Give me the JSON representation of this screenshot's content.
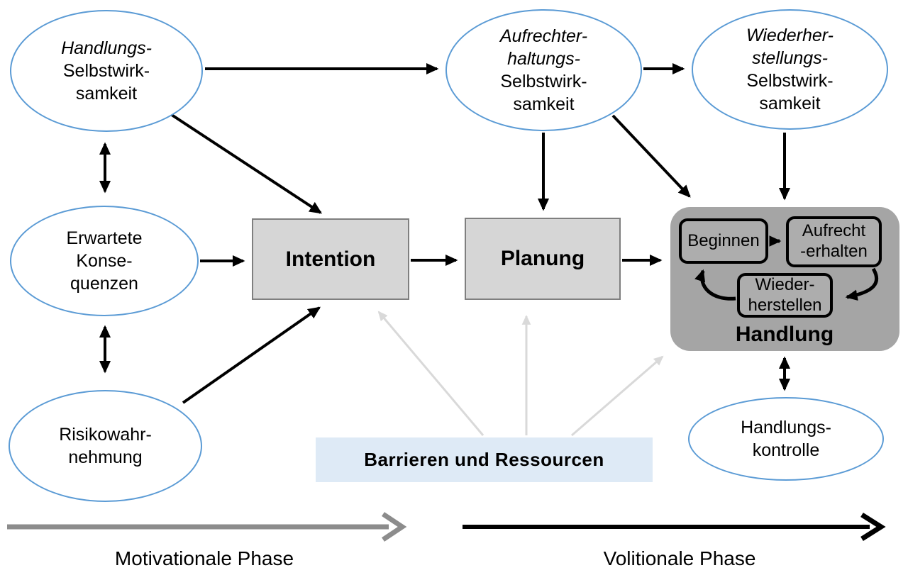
{
  "ellipses": {
    "action_self_efficacy": {
      "italic": "Handlungs-",
      "rest": "Selbstwirk-\nsamkeit"
    },
    "maintenance_self_efficacy": {
      "italic": "Aufrechter-\nhaltungs-",
      "rest": "Selbstwirk-\nsamkeit"
    },
    "recovery_self_efficacy": {
      "italic": "Wiederher-\nstellungs-",
      "rest": "Selbstwirk-\nsamkeit"
    },
    "outcome_expectancies": {
      "rest": "Erwartete\nKonse-\nquenzen"
    },
    "risk_perception": {
      "rest": "Risikowahr-\nnehmung"
    },
    "action_control": {
      "rest": "Handlungs-\nkontrolle"
    }
  },
  "boxes": {
    "intention": "Intention",
    "planning": "Planung",
    "action_label": "Handlung",
    "initiate": "Beginnen",
    "maintain": "Aufrecht\n-erhalten",
    "recover": "Wieder-\nherstellen",
    "barriers": "Barrieren und Ressourcen"
  },
  "phases": {
    "motivational": "Motivationale Phase",
    "volitional": "Volitionale Phase"
  },
  "colors": {
    "ellipse_stroke": "#5B9BD5",
    "stage_box_fill": "#D6D6D6",
    "stage_box_border": "#7F7F7F",
    "action_container_fill": "#A5A5A5",
    "action_inner_fill": "#ADADAD",
    "barriers_fill": "#DEEAF6",
    "barrier_arrows": "#D9D9D9",
    "motivational_arrow": "#8C8C8C",
    "volitional_arrow": "#000000",
    "text": "#000000"
  }
}
